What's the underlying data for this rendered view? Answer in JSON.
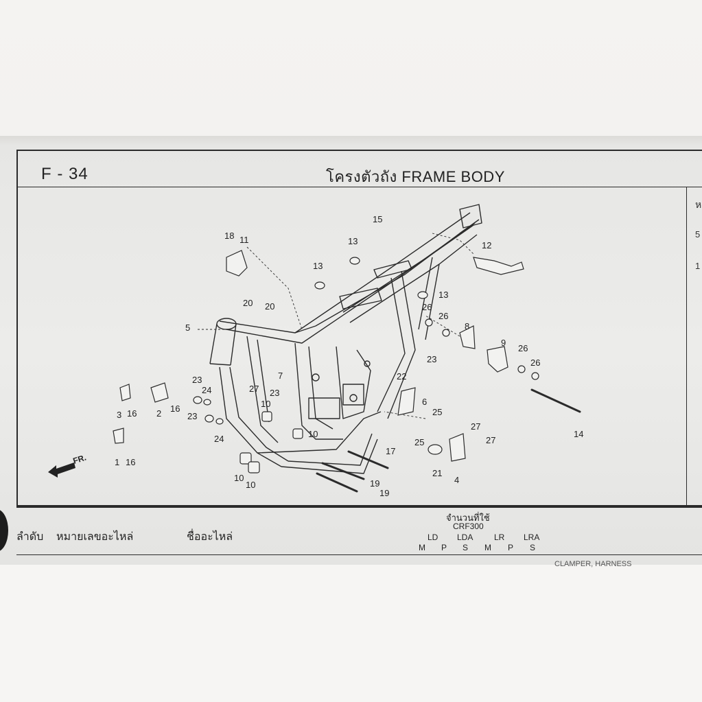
{
  "header": {
    "page_code": "F - 34",
    "title": "โครงตัวถัง  FRAME BODY"
  },
  "right_cut": {
    "c1": "ห",
    "c2": "5",
    "c3": "1"
  },
  "diagram": {
    "fr_label": "FR.",
    "callouts": {
      "n1": "1",
      "n2": "2",
      "n3": "3",
      "n4": "4",
      "n5": "5",
      "n6": "6",
      "n7": "7",
      "n8": "8",
      "n9": "9",
      "n10a": "10",
      "n10b": "10",
      "n10c": "10",
      "n10d": "10",
      "n11": "11",
      "n12": "12",
      "n13a": "13",
      "n13b": "13",
      "n13c": "13",
      "n14": "14",
      "n15": "15",
      "n16a": "16",
      "n16b": "16",
      "n16c": "16",
      "n17": "17",
      "n18": "18",
      "n19a": "19",
      "n19b": "19",
      "n20a": "20",
      "n20b": "20",
      "n21": "21",
      "n22": "22",
      "n23a": "23",
      "n23b": "23",
      "n23c": "23",
      "n23d": "23",
      "n24a": "24",
      "n24b": "24",
      "n25a": "25",
      "n25b": "25",
      "n26a": "26",
      "n26b": "26",
      "n26c": "26",
      "n26d": "26",
      "n27a": "27",
      "n27b": "27",
      "n27c": "27"
    }
  },
  "table": {
    "col_no": "ลำดับ",
    "col_part_no": "หมายเลขอะไหล่",
    "col_name": "ชื่ออะไหล่",
    "qty_header": "จำนวนที่ใช้",
    "model": "CRF300",
    "variants": {
      "v1": "LD",
      "v2": "LDA",
      "v3": "LR",
      "v4": "LRA"
    },
    "subs": {
      "s1": "M",
      "s2": "P",
      "s3": "S",
      "s4": "M",
      "s5": "P",
      "s6": "S"
    },
    "cut_row_text": "CLAMPER, HARNESS"
  }
}
